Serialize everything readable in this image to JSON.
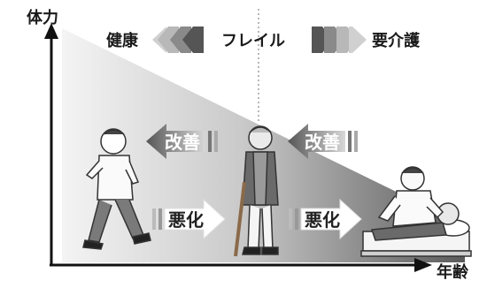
{
  "axes": {
    "y_label": "体力",
    "x_label": "年齢"
  },
  "stages": {
    "healthy": "健康",
    "frail": "フレイル",
    "care": "要介護"
  },
  "arrows": {
    "improve_left": "改善",
    "improve_right": "改善",
    "worsen_left": "悪化",
    "worsen_right": "悪化"
  },
  "figures": {
    "walking_person": "walking-person-icon",
    "cane_person": "elderly-with-cane-icon",
    "bedridden_person": "bedridden-care-icon"
  },
  "colors": {
    "gradient_light": "#f2f2f2",
    "gradient_dark": "#5e5e5e",
    "arrow_gray": "#8a8a8a",
    "arrow_dark": "#4a4a4a",
    "axis": "#111111"
  }
}
